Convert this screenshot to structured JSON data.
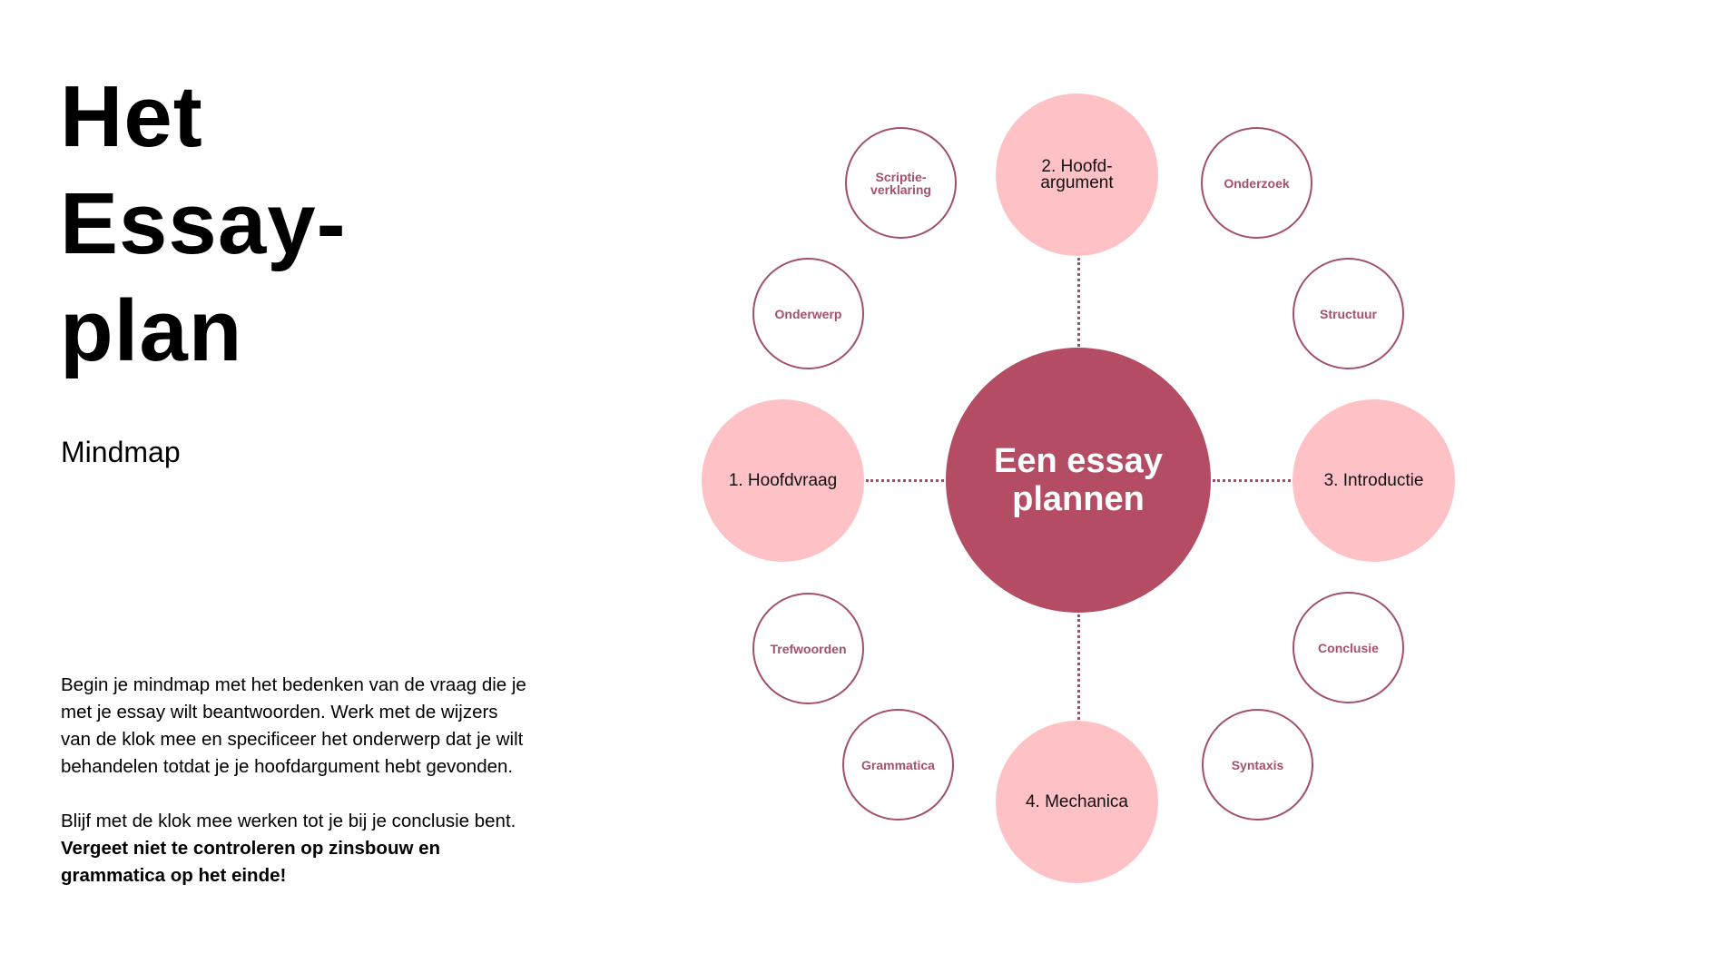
{
  "header": {
    "title_lines": [
      "Het",
      "Essay-",
      "plan"
    ],
    "subtitle": "Mindmap"
  },
  "description": {
    "paragraph1": "Begin je mindmap met het bedenken van de vraag die je met je essay wilt beantwoorden. Werk met de wijzers van de klok mee en specificeer het onderwerp dat je wilt behandelen totdat je je hoofdargument hebt gevonden.",
    "paragraph2_normal": "Blijf met de klok mee werken tot je bij je conclusie bent. ",
    "paragraph2_bold": "Vergeet niet te controleren op zinsbouw en grammatica op het einde!"
  },
  "mindmap": {
    "colors": {
      "center_fill": "#b44c63",
      "main_fill": "#fdc1c6",
      "sub_border": "#a24f69",
      "sub_text": "#a6506c",
      "connector": "#a24f69"
    },
    "center": {
      "line1": "Een essay",
      "line2": "plannen"
    },
    "main_nodes": [
      {
        "label": "1. Hoofdvraag"
      },
      {
        "line1": "2. Hoofd-",
        "line2": "argument"
      },
      {
        "label": "3. Introductie"
      },
      {
        "label": "4. Mechanica"
      }
    ],
    "sub_nodes": [
      {
        "label": "Onderwerp"
      },
      {
        "line1": "Scriptie-",
        "line2": "verklaring"
      },
      {
        "label": "Onderzoek"
      },
      {
        "label": "Structuur"
      },
      {
        "label": "Conclusie"
      },
      {
        "label": "Syntaxis"
      },
      {
        "label": "Grammatica"
      },
      {
        "label": "Trefwoorden"
      }
    ]
  }
}
